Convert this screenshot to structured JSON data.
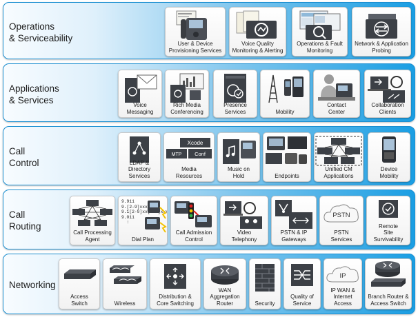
{
  "layers": [
    {
      "id": "operations",
      "title": "Operations\n& Serviceability",
      "tiles": [
        {
          "label": "User & Device\nProvisioning Services",
          "icon": "phone-user-icon"
        },
        {
          "label": "Voice Quality\nMonitoring & Alerting",
          "icon": "voice-quality-icon"
        },
        {
          "label": "Operations & Fault\nMonitoring",
          "icon": "fault-monitoring-icon"
        },
        {
          "label": "Network & Application\nProbing",
          "icon": "probing-icon"
        }
      ]
    },
    {
      "id": "applications",
      "title": "Applications\n& Services",
      "tiles": [
        {
          "label": "Voice\nMessaging",
          "icon": "voice-messaging-icon"
        },
        {
          "label": "Rich Media\nConferencing",
          "icon": "conferencing-icon"
        },
        {
          "label": "Presence\nServices",
          "icon": "presence-icon"
        },
        {
          "label": "Mobility",
          "icon": "mobility-icon"
        },
        {
          "label": "Contact\nCenter",
          "icon": "contact-center-icon"
        },
        {
          "label": "Collaboration\nClients",
          "icon": "collaboration-clients-icon"
        }
      ]
    },
    {
      "id": "call-control",
      "title": "Call\nControl",
      "tiles": [
        {
          "label": "LDAP &\nDirectory\nServices",
          "icon": "directory-icon"
        },
        {
          "label": "Media\nResources",
          "icon": "media-resources-icon",
          "tags": [
            "Xcode",
            "MTP",
            "Conf"
          ]
        },
        {
          "label": "Music on\nHold",
          "icon": "music-icon"
        },
        {
          "label": "Endpoints",
          "icon": "endpoints-icon"
        },
        {
          "label": "Unified CM\nApplications",
          "icon": "unified-cm-icon"
        },
        {
          "label": "Device\nMobility",
          "icon": "device-mobility-icon"
        }
      ]
    },
    {
      "id": "call-routing",
      "title": "Call\nRouting",
      "tiles": [
        {
          "label": "Call Processing\nAgent",
          "icon": "call-agent-icon"
        },
        {
          "label": "Dial Plan",
          "icon": "dial-plan-icon",
          "dial_text": "9.911\n9.[2-9]xxxxxx\n9.1[2-9]xx[2-9]xxxxx\n9.011\n  :"
        },
        {
          "label": "Call Admission\nControl",
          "icon": "admission-control-icon"
        },
        {
          "label": "Video\nTelephony",
          "icon": "video-telephony-icon"
        },
        {
          "label": "PSTN & IP\nGateways",
          "icon": "gateway-icon"
        },
        {
          "label": "PSTN\nServices",
          "icon": "pstn-cloud-icon",
          "cloud_text": "PSTN"
        },
        {
          "label": "Remote\nSite\nSurvivability",
          "icon": "survivability-icon"
        }
      ]
    },
    {
      "id": "networking",
      "title": "Networking",
      "tiles": [
        {
          "label": "Access\nSwitch",
          "icon": "access-switch-icon"
        },
        {
          "label": "Wireless",
          "icon": "wireless-icon"
        },
        {
          "label": "Distribution &\nCore Switching",
          "icon": "core-switch-icon"
        },
        {
          "label": "WAN\nAggregation\nRouter",
          "icon": "router-icon"
        },
        {
          "label": "Security",
          "icon": "firewall-icon"
        },
        {
          "label": "Quality of\nService",
          "icon": "qos-icon"
        },
        {
          "label": "IP WAN &\nInternet\nAccess",
          "icon": "ip-cloud-icon",
          "cloud_text": "IP"
        },
        {
          "label": "Branch Router &\nAccess Switch",
          "icon": "branch-router-icon"
        }
      ]
    }
  ]
}
